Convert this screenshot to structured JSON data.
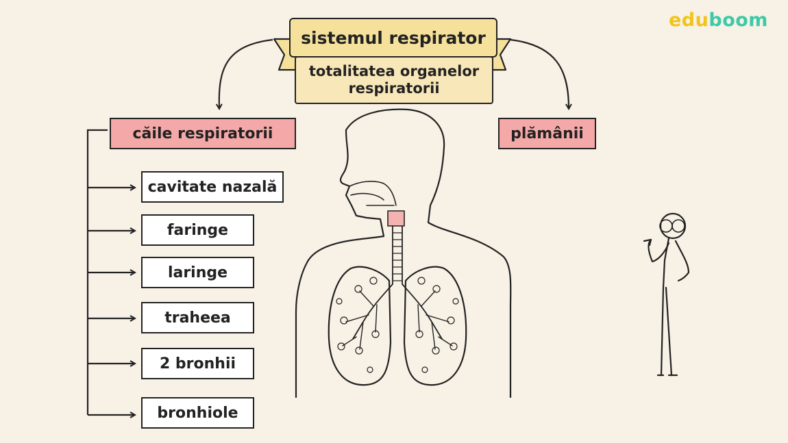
{
  "logo": {
    "part1": "edu",
    "part2": "boom"
  },
  "title": "sistemul respirator",
  "definition": "totalitatea organelor respiratorii",
  "branches": {
    "left": "căile respiratorii",
    "right": "plămânii"
  },
  "airways": [
    "cavitate nazală",
    "faringe",
    "laringe",
    "traheea",
    "2 bronhii",
    "bronhiole"
  ],
  "colors": {
    "background": "#f7f1e6",
    "title_banner": "#f6e19c",
    "definition_box": "#f8e7b8",
    "branch_boxes": "#f4a9a8",
    "item_boxes": "#ffffff",
    "logo_edu": "#f2c318",
    "logo_boom": "#3ec9a7"
  },
  "icons": [
    "arrow-right-icon",
    "curved-arrow-icon",
    "respiratory-system-illustration",
    "stick-figure-teacher"
  ]
}
